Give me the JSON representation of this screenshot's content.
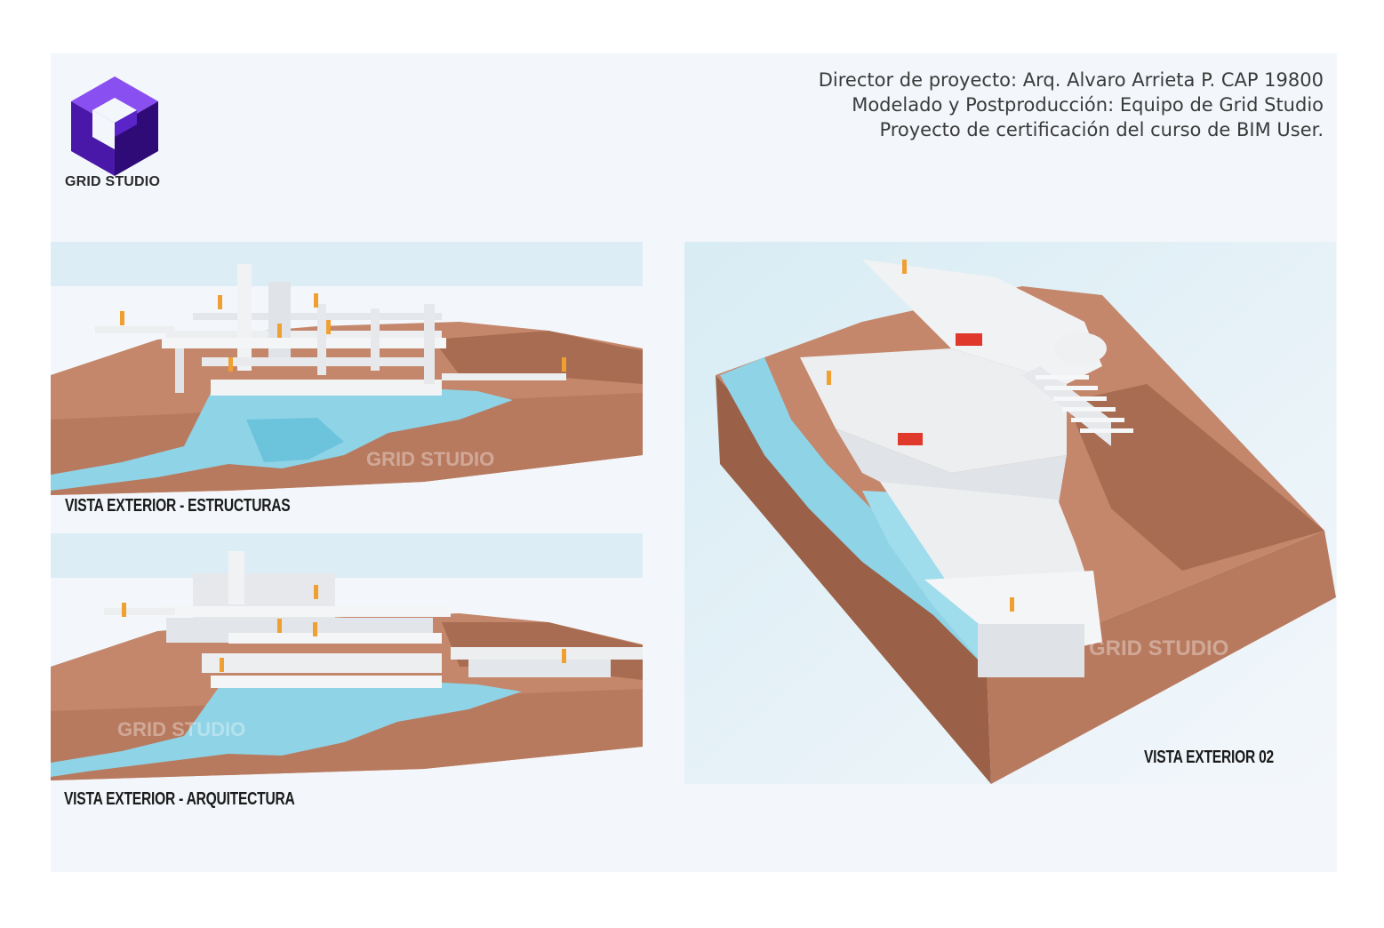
{
  "brand": {
    "name": "GRID STUDIO",
    "colors": {
      "logo_light": "#7b3fe4",
      "logo_mid": "#5b23c4",
      "logo_dark": "#3b0f8c"
    }
  },
  "credits": {
    "line1": "Director de proyecto: Arq. Alvaro Arrieta P. CAP 19800",
    "line2": "Modelado y Postproducción: Equipo de Grid Studio",
    "line3": "Proyecto de certificación del curso de BIM User."
  },
  "views": {
    "structures": {
      "caption": "VISTA EXTERIOR - ESTRUCTURAS",
      "watermark": "GRID STUDIO"
    },
    "architecture": {
      "caption": "VISTA EXTERIOR - ARQUITECTURA",
      "watermark": "GRID STUDIO"
    },
    "exterior02": {
      "caption": "VISTA EXTERIOR 02",
      "watermark": "GRID STUDIO"
    }
  },
  "palette": {
    "terrain": "#c4876b",
    "terrain_dark": "#9a6148",
    "water": "#8fd3e6",
    "building": "#eceef0",
    "sky": "#dcedf5",
    "figure": "#f0a030",
    "accent_red": "#e0392b"
  }
}
